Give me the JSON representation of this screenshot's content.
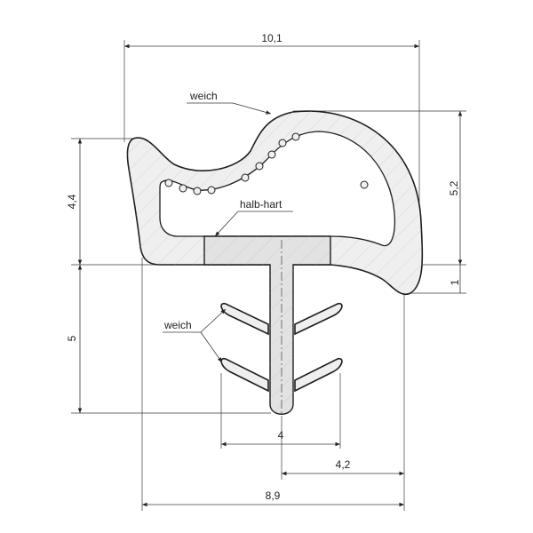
{
  "dimensions": {
    "top_width": "10,1",
    "right_height": "5,2",
    "left_height": "4,4",
    "right_offset": "1",
    "stem_height": "5",
    "fin_width": "4",
    "center_offset": "4,2",
    "base_width": "8,9"
  },
  "labels": {
    "soft_top": "weich",
    "semi_hard": "halb-hart",
    "soft_fins": "weich"
  }
}
